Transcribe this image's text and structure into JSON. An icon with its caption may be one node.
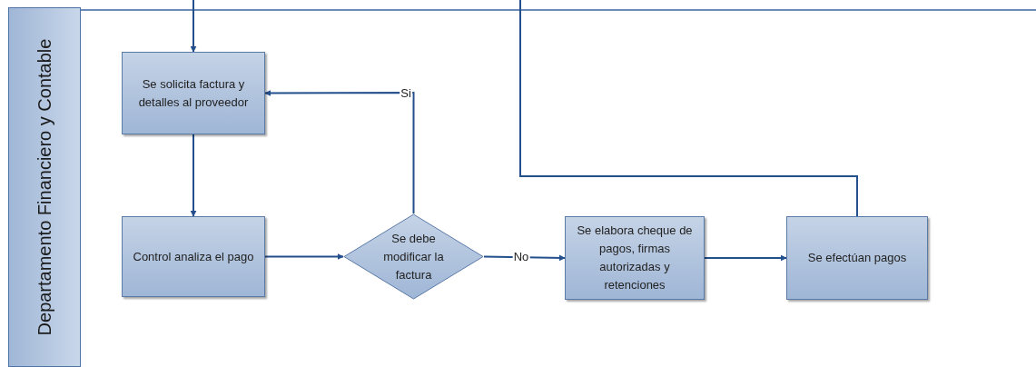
{
  "diagram": {
    "nodes": [
      {
        "text": [
          "Departamento Financiero y Contable"
        ]
      },
      {
        "text": [
          "Se solicita factura y detalles al proveedor"
        ]
      },
      {
        "text": [
          "Control analiza el pago"
        ]
      },
      {
        "text": [
          "Se debe modificar la factura"
        ]
      },
      {
        "text": [
          "Se elabora cheque de pagos, firmas autorizadas y retenciones"
        ]
      },
      {
        "text": [
          "Se efectúan pagos"
        ]
      }
    ],
    "edges": [
      {
        "from": null,
        "to": 1,
        "arrow": "to"
      },
      {
        "from": 1,
        "to": 2,
        "arrow": "to"
      },
      {
        "from": 2,
        "to": 3,
        "arrow": "to"
      },
      {
        "from": 3,
        "to": 1,
        "arrow": "to",
        "label": "Si"
      },
      {
        "from": 3,
        "to": 4,
        "arrow": "to",
        "label": "No"
      },
      {
        "from": 4,
        "to": 5,
        "arrow": "to"
      },
      {
        "from": 5,
        "to": null,
        "arrow": "none"
      }
    ]
  }
}
